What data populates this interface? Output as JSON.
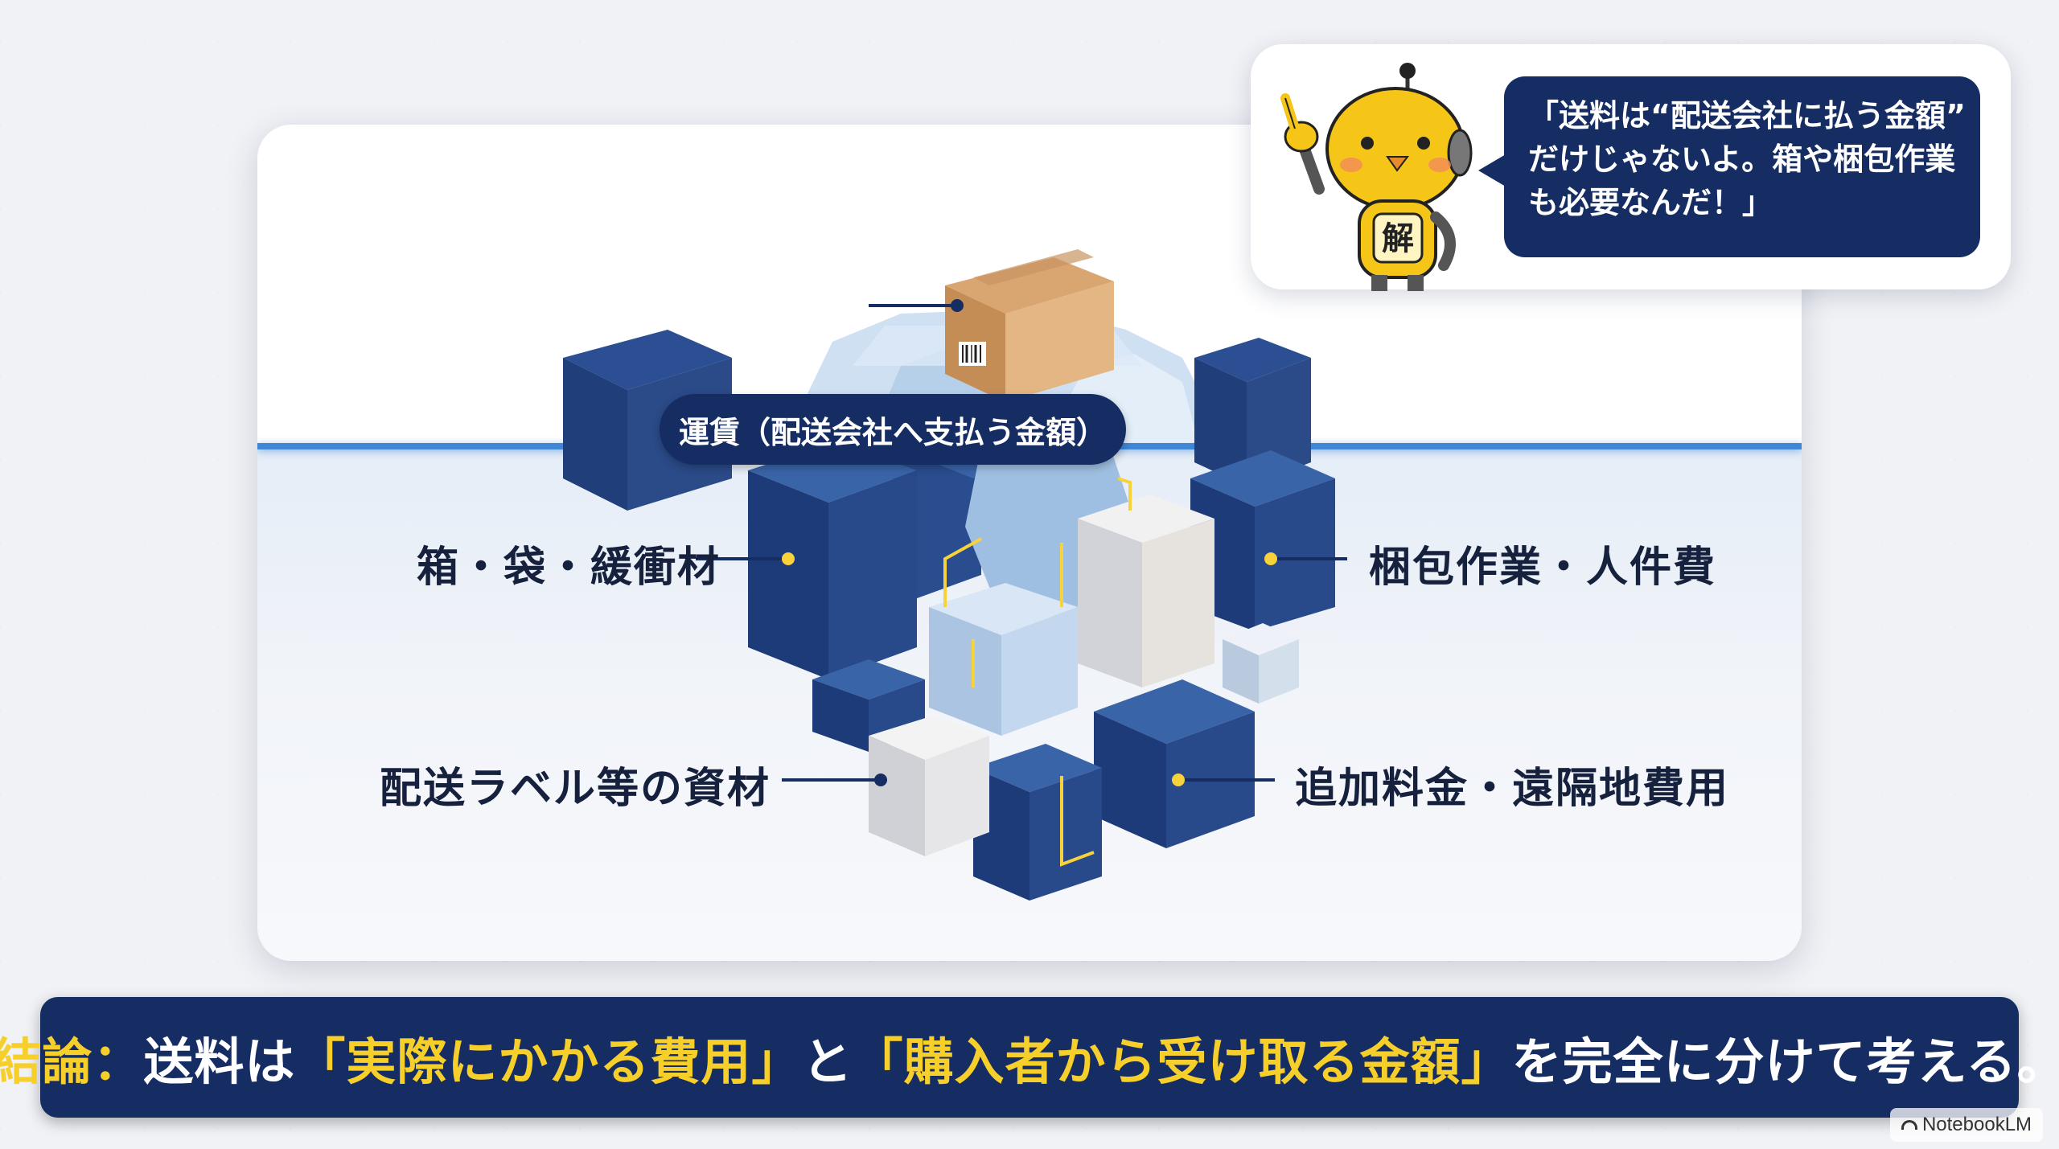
{
  "iceberg": {
    "top_label": "運賃（配送会社へ支払う金額）",
    "labels": {
      "left_upper": "箱・袋・緩衝材",
      "left_lower": "配送ラベル等の資材",
      "right_upper": "梱包作業・人件費",
      "right_lower": "追加料金・遠隔地費用"
    }
  },
  "mascot": {
    "badge": "解",
    "speech_lines": [
      "「送料は“配送会社に払う金額”",
      "だけじゃないよ。箱や梱包作業",
      "も必要なんだ！」"
    ]
  },
  "conclusion": {
    "prefix": "結論：",
    "part1": "送料は",
    "highlight1": "「実際にかかる費用」",
    "part2": "と",
    "highlight2": "「購入者から受け取る金額」",
    "part3": "を完全に分けて考える。"
  },
  "watermark": "NotebookLM",
  "colors": {
    "navy": "#152d63",
    "accent_yellow": "#f7cf2a",
    "waterline_blue": "#3f86d6"
  }
}
